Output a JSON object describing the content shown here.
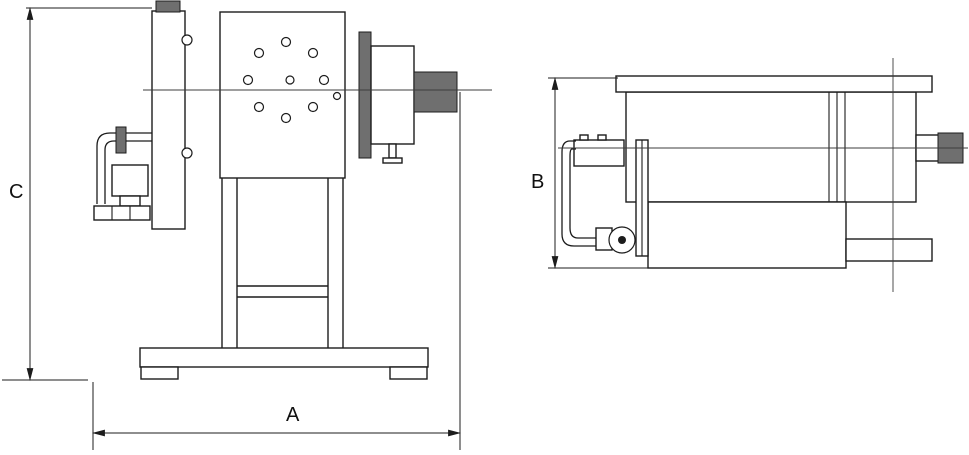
{
  "drawing": {
    "dimensions": {
      "a": {
        "label": "A"
      },
      "b": {
        "label": "B"
      },
      "c": {
        "label": "C"
      }
    },
    "colors": {
      "line": "#1c1c1c",
      "dark_fill": "#6f6f6f",
      "background": "#ffffff"
    }
  }
}
